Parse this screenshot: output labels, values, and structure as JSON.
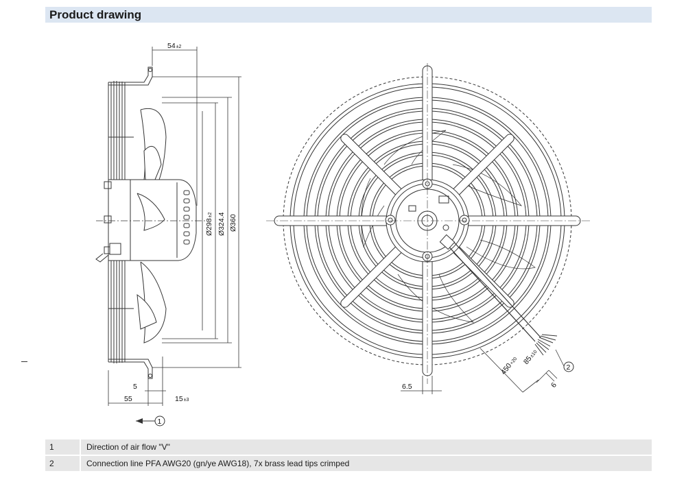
{
  "header": {
    "title": "Product drawing"
  },
  "dimensions": {
    "d54": "54",
    "d54_tol": "±2",
    "d298": "Ø298",
    "d298_tol": "±2",
    "d324": "Ø324.4",
    "d360": "Ø360",
    "d5": "5",
    "d55": "55",
    "d15": "15",
    "d15_tol": "±3",
    "d65": "6.5",
    "d450": "450",
    "d450_tol": "+20",
    "d85": "85",
    "d85_tol": "±10",
    "d6": "6"
  },
  "callouts": {
    "c1": "1",
    "c2": "2"
  },
  "legend": [
    {
      "num": "1",
      "text": "Direction of air flow \"V\""
    },
    {
      "num": "2",
      "text": "Connection line PFA AWG20 (gn/ye AWG18), 7x brass lead tips crimped"
    }
  ]
}
